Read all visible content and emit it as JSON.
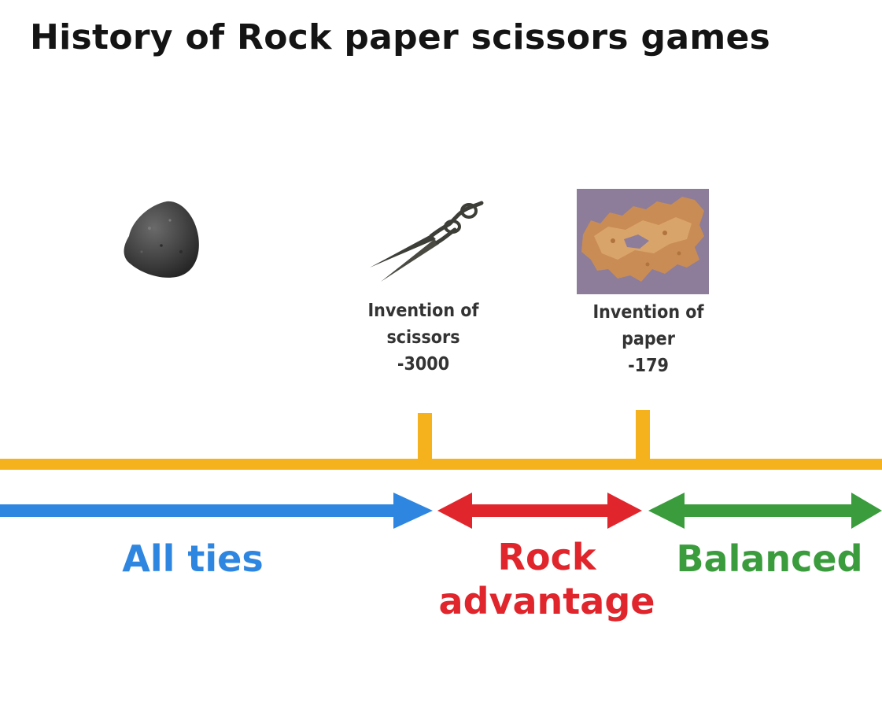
{
  "title": "History of Rock paper scissors games",
  "images": {
    "rock": "rock",
    "scissors": "scissors",
    "paper": "paper"
  },
  "events": [
    {
      "line1": "Invention of",
      "line2": "scissors",
      "year": "-3000"
    },
    {
      "line1": "Invention of",
      "line2": "paper",
      "year": "-179"
    }
  ],
  "periods": [
    {
      "label": "All ties",
      "color": "#2e86e0"
    },
    {
      "label_line1": "Rock",
      "label_line2": "advantage",
      "color": "#e0262c"
    },
    {
      "label": "Balanced",
      "color": "#3a9c3c"
    }
  ],
  "timeline_color": "#f5b21c"
}
